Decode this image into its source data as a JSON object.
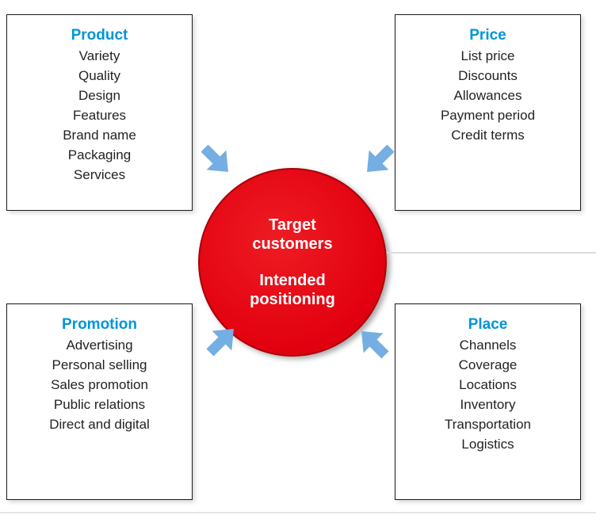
{
  "colors": {
    "heading_blue": "#0095d8",
    "circle_red": "#e2000f",
    "arrow_blue": "#74aee2"
  },
  "center": {
    "line1": "Target customers",
    "line2": "Intended positioning"
  },
  "boxes": {
    "product": {
      "title": "Product",
      "items": [
        "Variety",
        "Quality",
        "Design",
        "Features",
        "Brand name",
        "Packaging",
        "Services"
      ]
    },
    "price": {
      "title": "Price",
      "items": [
        "List price",
        "Discounts",
        "Allowances",
        "Payment period",
        "Credit terms"
      ]
    },
    "promotion": {
      "title": "Promotion",
      "items": [
        "Advertising",
        "Personal selling",
        "Sales promotion",
        "Public relations",
        "Direct and digital"
      ]
    },
    "place": {
      "title": "Place",
      "items": [
        "Channels",
        "Coverage",
        "Locations",
        "Inventory",
        "Transportation",
        "Logistics"
      ]
    }
  }
}
